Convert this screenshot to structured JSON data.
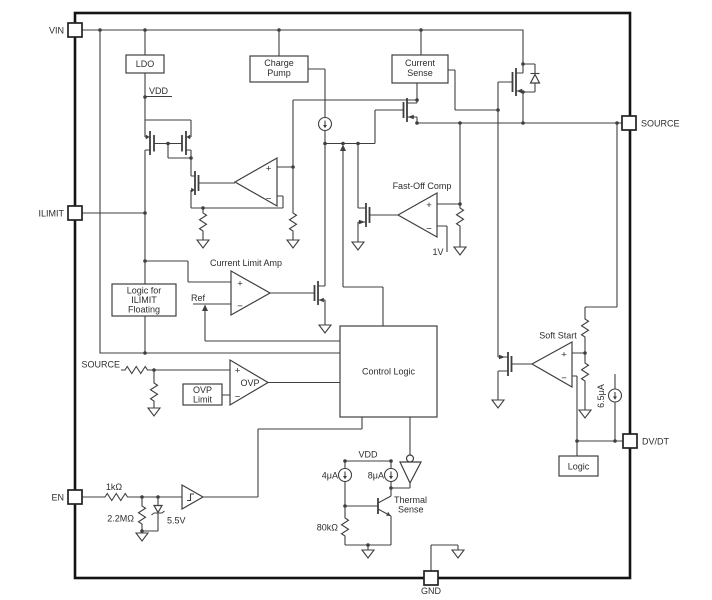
{
  "colors": {
    "background": "#ffffff",
    "line": "#3f3f3f",
    "text": "#2d2d2d",
    "border": "#141414"
  },
  "pins": {
    "vin": "VIN",
    "ilimit": "ILIMIT",
    "en": "EN",
    "source": "SOURCE",
    "dvdt": "DV/DT",
    "gnd": "GND"
  },
  "blocks": {
    "ldo": "LDO",
    "charge_pump": {
      "line1": "Charge",
      "line2": "Pump"
    },
    "current_sense": {
      "line1": "Current",
      "line2": "Sense"
    },
    "ilimit_logic": {
      "line1": "Logic for",
      "line2": "ILIMIT",
      "line3": "Floating"
    },
    "ovp_limit": {
      "line1": "OVP",
      "line2": "Limit"
    },
    "control_logic": "Control Logic",
    "logic": "Logic"
  },
  "amplifiers": {
    "current_limit_amp": "Current Limit Amp",
    "fast_off_comp": "Fast-Off Comp",
    "ovp": "OVP",
    "soft_start": "Soft Start"
  },
  "nets": {
    "vdd": "VDD",
    "source": "SOURCE",
    "ref": "Ref"
  },
  "components": {
    "r_en_series": "1kΩ",
    "r_en_pulldown": "2.2MΩ",
    "zener": "5.5V",
    "r_thermal": "80kΩ",
    "i_bias_4ua": "4μA",
    "i_bias_8ua": "8μA",
    "i_dvdt": "6.5μA",
    "v_fast_off_ref": "1V",
    "thermal_sense": {
      "line1": "Thermal",
      "line2": "Sense"
    }
  },
  "signs": {
    "plus": "+",
    "minus": "−"
  }
}
